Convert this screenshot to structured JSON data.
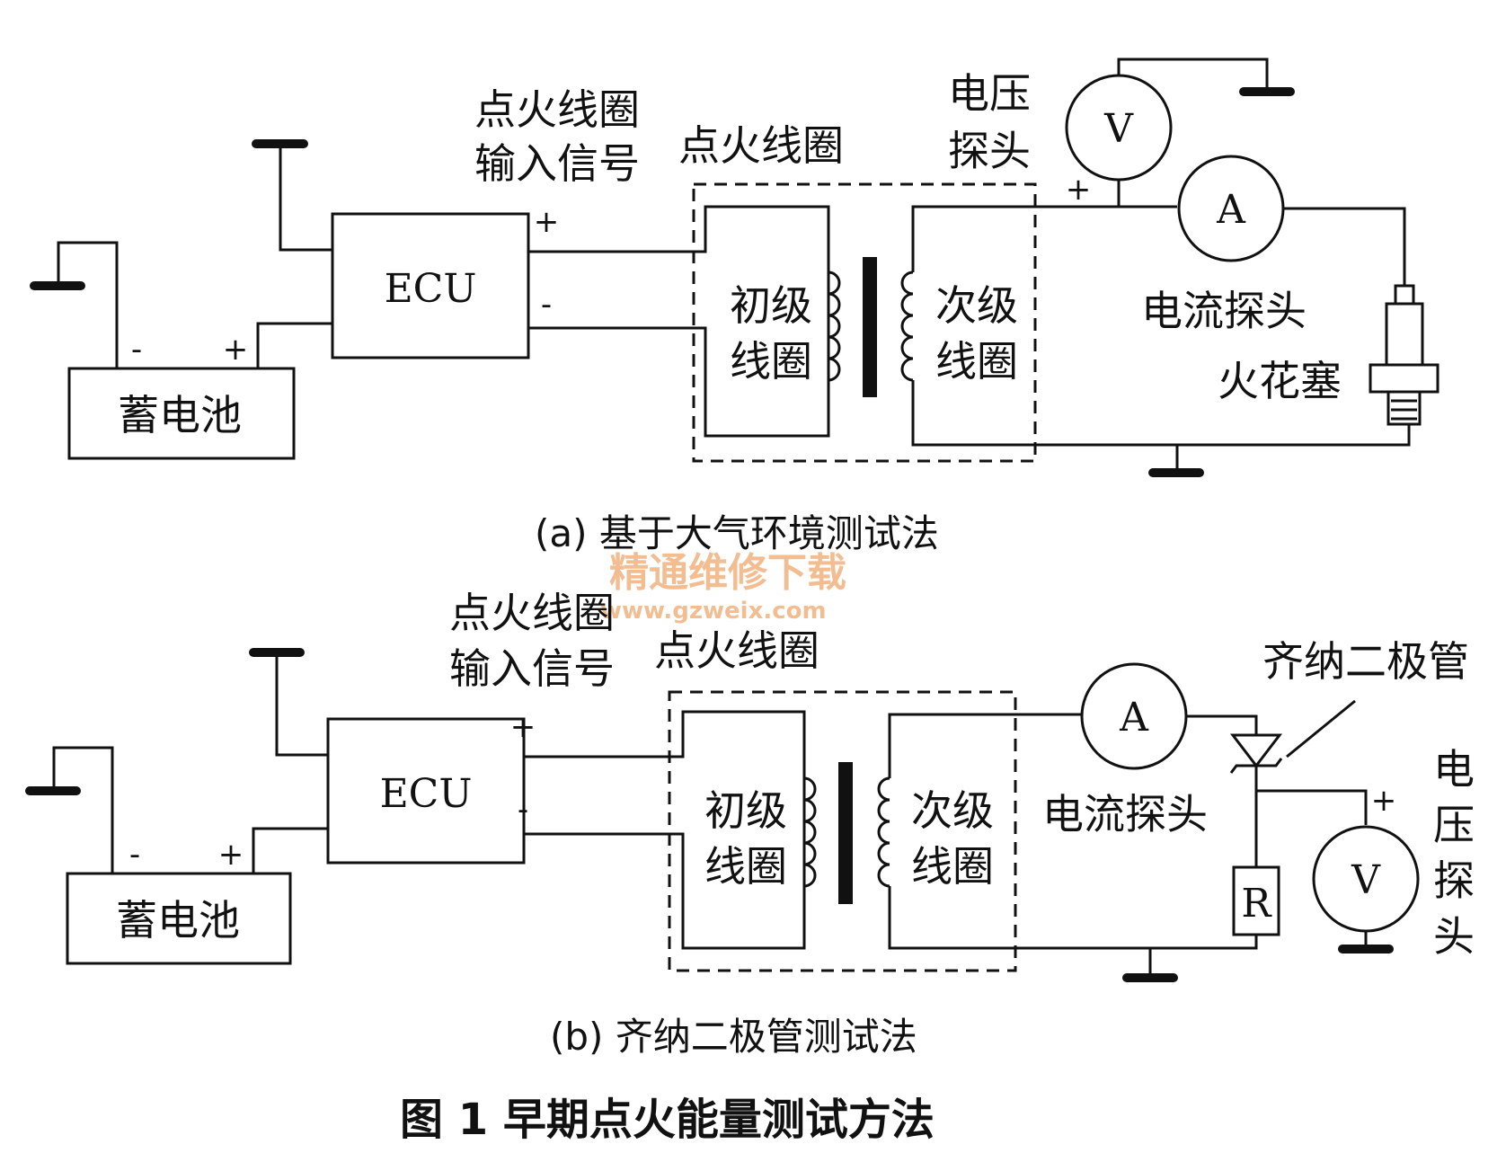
{
  "diagram_a": {
    "battery": "蓄电池",
    "ecu": "ECU",
    "signal_label_1": "点火线圈",
    "signal_label_2": "输入信号",
    "coil_label": "点火线圈",
    "primary_1": "初级",
    "primary_2": "线圈",
    "secondary_1": "次级",
    "secondary_2": "线圈",
    "voltage_probe_1": "电压",
    "voltage_probe_2": "探头",
    "current_probe": "电流探头",
    "spark_plug": "火花塞",
    "voltmeter": "V",
    "ammeter": "A",
    "caption": "(a)  基于大气环境测试法"
  },
  "diagram_b": {
    "battery": "蓄电池",
    "ecu": "ECU",
    "signal_label_1": "点火线圈",
    "signal_label_2": "输入信号",
    "coil_label": "点火线圈",
    "primary_1": "初级",
    "primary_2": "线圈",
    "secondary_1": "次级",
    "secondary_2": "线圈",
    "current_probe": "电流探头",
    "zener": "齐纳二极管",
    "voltage_probe_chars": [
      "电",
      "压",
      "探",
      "头"
    ],
    "resistor": "R",
    "voltmeter": "V",
    "ammeter": "A",
    "caption": "(b)  齐纳二极管测试法"
  },
  "signs": {
    "plus": "+",
    "minus": "-"
  },
  "figure_title": "图 1   早期点火能量测试方法",
  "watermark": {
    "line1": "精通维修下载",
    "line2": "www.gzweix.com"
  }
}
